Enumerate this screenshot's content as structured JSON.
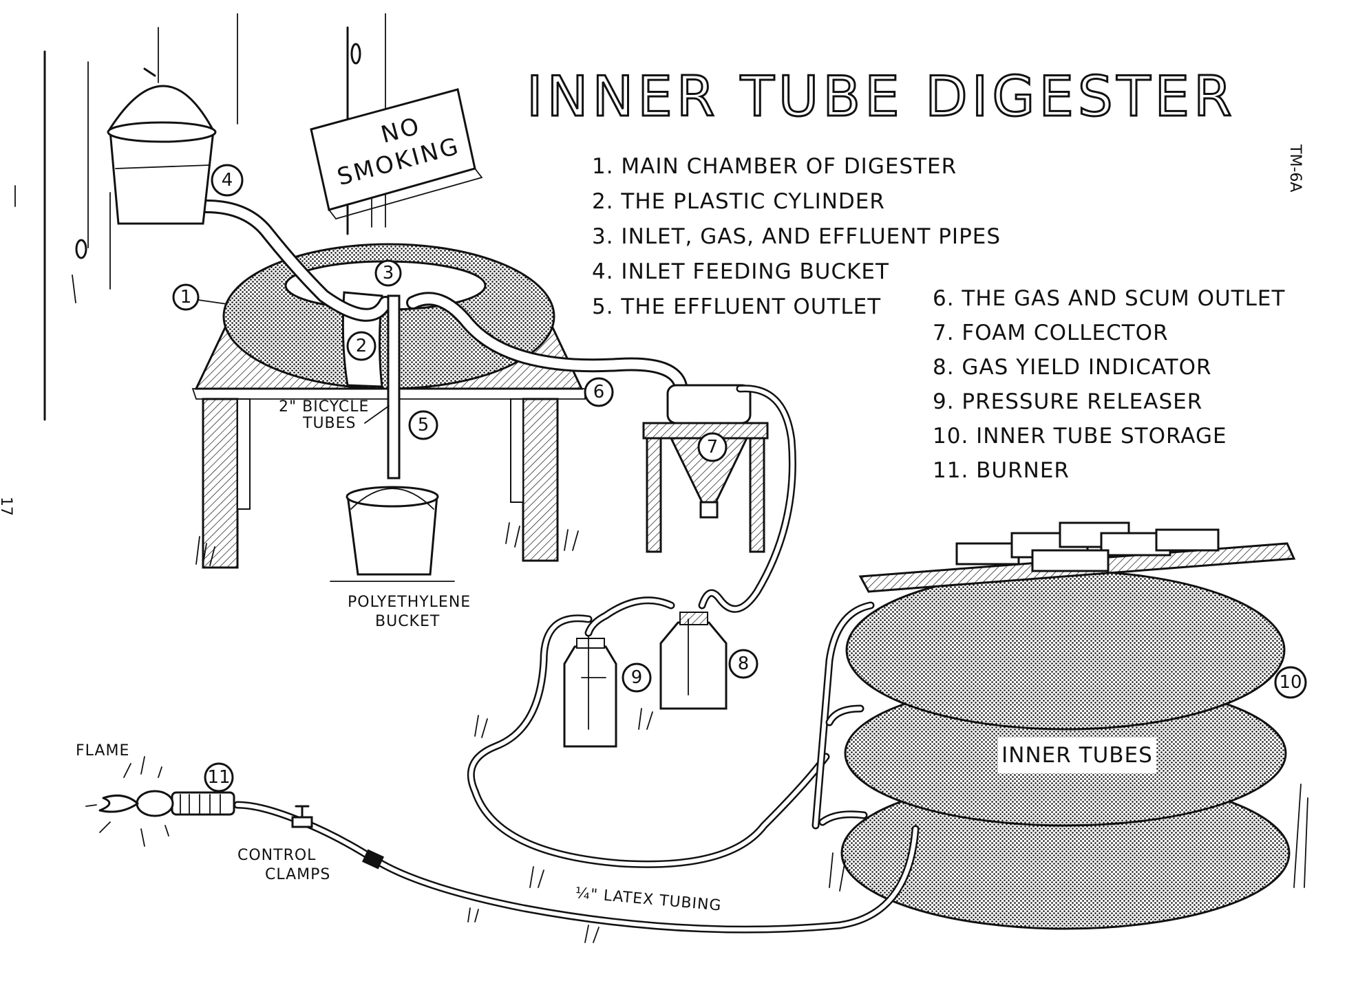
{
  "title": "INNER TUBE DIGESTER",
  "doc_code": "TM-6A",
  "page_number": "17",
  "sign": {
    "line1": "NO",
    "line2": "SMOKING"
  },
  "legend": [
    "1. MAIN CHAMBER OF DIGESTER",
    "2. THE PLASTIC CYLINDER",
    "3. INLET, GAS, AND EFFLUENT PIPES",
    "4. INLET FEEDING BUCKET",
    "5. THE EFFLUENT OUTLET",
    "6. THE GAS AND SCUM OUTLET",
    "7. FOAM COLLECTOR",
    "8. GAS YIELD INDICATOR",
    "9. PRESSURE RELEASER",
    "10. INNER TUBE STORAGE",
    "11. BURNER"
  ],
  "callouts": [
    "1",
    "2",
    "3",
    "4",
    "5",
    "6",
    "7",
    "8",
    "9",
    "10",
    "11"
  ],
  "notes": {
    "bicycle_tubes_1": "2\" BICYCLE",
    "bicycle_tubes_2": "TUBES",
    "bucket_1": "POLYETHYLENE",
    "bucket_2": "BUCKET",
    "flame": "FLAME",
    "clamps_1": "CONTROL",
    "clamps_2": "CLAMPS",
    "latex": "¼\" LATEX TUBING",
    "inner_tubes": "INNER TUBES"
  }
}
